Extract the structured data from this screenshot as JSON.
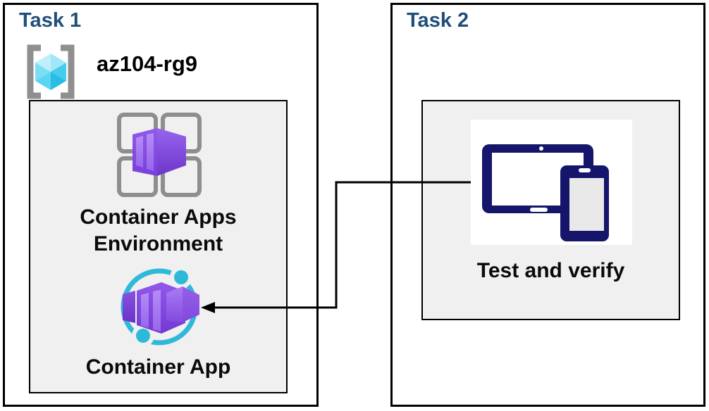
{
  "task1": {
    "title": "Task 1",
    "resource_group_name": "az104-rg9",
    "cae_label_line1": "Container Apps",
    "cae_label_line2": "Environment",
    "container_app_label": "Container App"
  },
  "task2": {
    "title": "Task 2",
    "test_label": "Test and verify"
  },
  "connector": {
    "type": "elbow-arrow",
    "from": "test-and-verify-devices-icon",
    "to": "container-app-icon"
  },
  "icons": {
    "resource_group": "azure-resource-group-brackets-cube",
    "container_apps_environment": "purple-container-on-gray-grid",
    "container_app": "purple-container-in-cyan-ring",
    "test_devices": "tablet-and-phone"
  },
  "colors": {
    "title_navy": "#1F4E79",
    "box_border": "#000000",
    "inner_panel_fill": "#F0F0F0",
    "purple": "#7C42DA",
    "purple_light": "#A87DF2",
    "cyan_ring": "#2FB9D9",
    "rg_cube_cyan": "#45CDEE",
    "bracket_gray": "#8F8F8F",
    "grid_gray": "#8E8E8E",
    "device_navy": "#14156B",
    "label_text": "#000000",
    "connector_line": "#000000"
  }
}
